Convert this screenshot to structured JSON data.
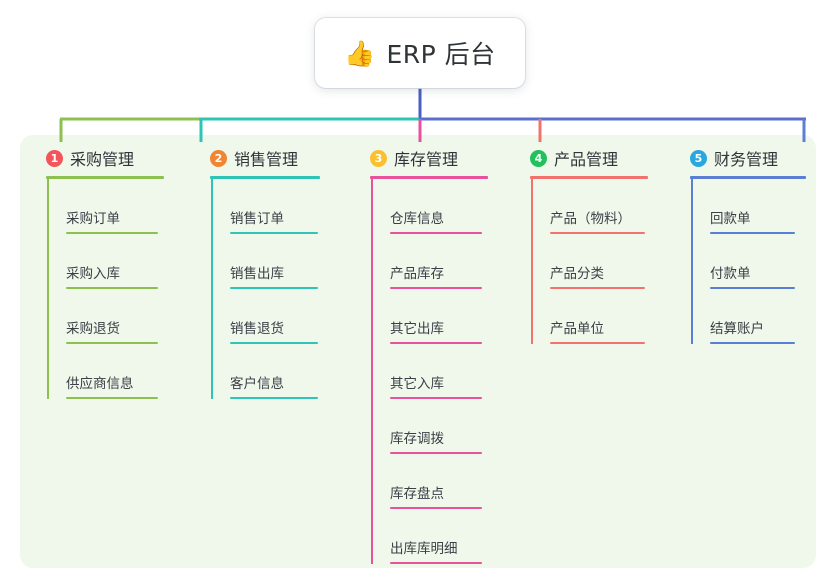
{
  "root": {
    "icon": "thumbs-up-icon",
    "emoji": "👍",
    "title": "ERP 后台"
  },
  "colors": {
    "panel_background": "#f0f8ec",
    "root_card_background": "#ffffff",
    "root_stem": "#4a5fc1",
    "trunk_bar_right": "#5b6fd0"
  },
  "branches": [
    {
      "number": "1",
      "title": "采购管理",
      "badge_color": "#f4555b",
      "line_color": "#8cc152",
      "items": [
        {
          "label": "采购订单"
        },
        {
          "label": "采购入库"
        },
        {
          "label": "采购退货"
        },
        {
          "label": "供应商信息"
        }
      ]
    },
    {
      "number": "2",
      "title": "销售管理",
      "badge_color": "#f08631",
      "line_color": "#2ec4b6",
      "items": [
        {
          "label": "销售订单"
        },
        {
          "label": "销售出库"
        },
        {
          "label": "销售退货"
        },
        {
          "label": "客户信息"
        }
      ]
    },
    {
      "number": "3",
      "title": "库存管理",
      "badge_color": "#fbc02d",
      "line_color": "#e8519b",
      "items": [
        {
          "label": "仓库信息"
        },
        {
          "label": "产品库存"
        },
        {
          "label": "其它出库"
        },
        {
          "label": "其它入库"
        },
        {
          "label": "库存调拨"
        },
        {
          "label": "库存盘点"
        },
        {
          "label": "出库库明细"
        }
      ]
    },
    {
      "number": "4",
      "title": "产品管理",
      "badge_color": "#21c25c",
      "line_color": "#f2736e",
      "items": [
        {
          "label": "产品（物料）"
        },
        {
          "label": "产品分类"
        },
        {
          "label": "产品单位"
        }
      ]
    },
    {
      "number": "5",
      "title": "财务管理",
      "badge_color": "#29a8e0",
      "line_color": "#5b7fd4",
      "items": [
        {
          "label": "回款单"
        },
        {
          "label": "付款单"
        },
        {
          "label": "结算账户"
        }
      ]
    }
  ]
}
